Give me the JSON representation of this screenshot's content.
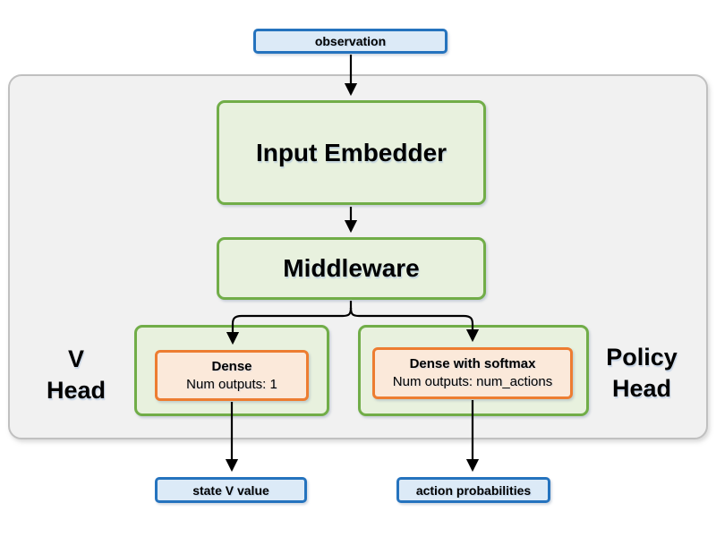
{
  "diagram": {
    "io_nodes": {
      "observation": "observation",
      "state_v_value": "state V value",
      "action_probabilities": "action probabilities"
    },
    "blocks": {
      "input_embedder": "Input Embedder",
      "middleware": "Middleware"
    },
    "heads": {
      "v_head": {
        "label_lines": [
          "V",
          "Head"
        ],
        "layer": {
          "title": "Dense",
          "detail": "Num outputs: 1"
        }
      },
      "policy_head": {
        "label_lines": [
          "Policy",
          "Head"
        ],
        "layer": {
          "title": "Dense with softmax",
          "detail": "Num outputs: num_actions"
        }
      }
    },
    "colors": {
      "blue_border": "#2573BE",
      "blue_fill": "#DCEAF7",
      "green_border": "#71AD48",
      "green_fill": "#E8F1DE",
      "orange_border": "#ED7D31",
      "orange_fill": "#FBE9DA",
      "container_fill": "#F1F1F1",
      "container_border": "#C0C0C0",
      "arrow": "#000000"
    }
  }
}
